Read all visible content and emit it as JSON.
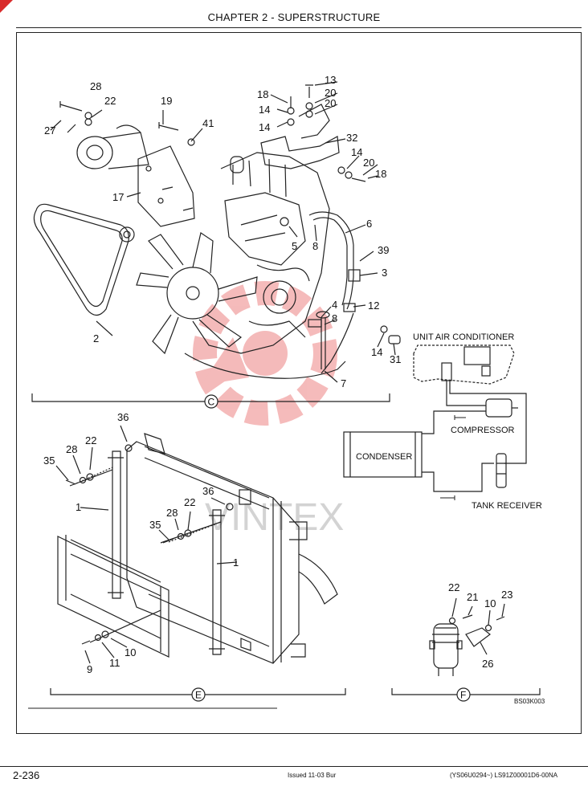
{
  "header": {
    "chapter_title": "CHAPTER 2 - SUPERSTRUCTURE"
  },
  "footer": {
    "page_number": "2-236",
    "issued": "Issued 11-03   Bur",
    "code": "(YS06U0294~)   LS91Z00001D6-00NA"
  },
  "watermark": {
    "text": "VINTEX",
    "color": "#e23b3b"
  },
  "sections": {
    "c": "C",
    "e": "E",
    "f": "F"
  },
  "figure_code": "BS03K003",
  "schematic": {
    "unit_air_conditioner": "UNIT AIR CONDITIONER",
    "compressor": "COMPRESSOR",
    "condenser": "CONDENSER",
    "tank_receiver": "TANK RECEIVER"
  },
  "callouts": {
    "c": [
      "28",
      "22",
      "27",
      "19",
      "41",
      "18",
      "13",
      "20",
      "14",
      "20",
      "14",
      "32",
      "14",
      "20",
      "18",
      "17",
      "6",
      "5",
      "8",
      "39",
      "3",
      "2",
      "4",
      "12",
      "8",
      "14",
      "31",
      "7"
    ],
    "e": [
      "36",
      "28",
      "22",
      "35",
      "1",
      "36",
      "28",
      "22",
      "35",
      "1",
      "9",
      "11",
      "10"
    ],
    "f": [
      "22",
      "21",
      "23",
      "10",
      "26"
    ]
  }
}
